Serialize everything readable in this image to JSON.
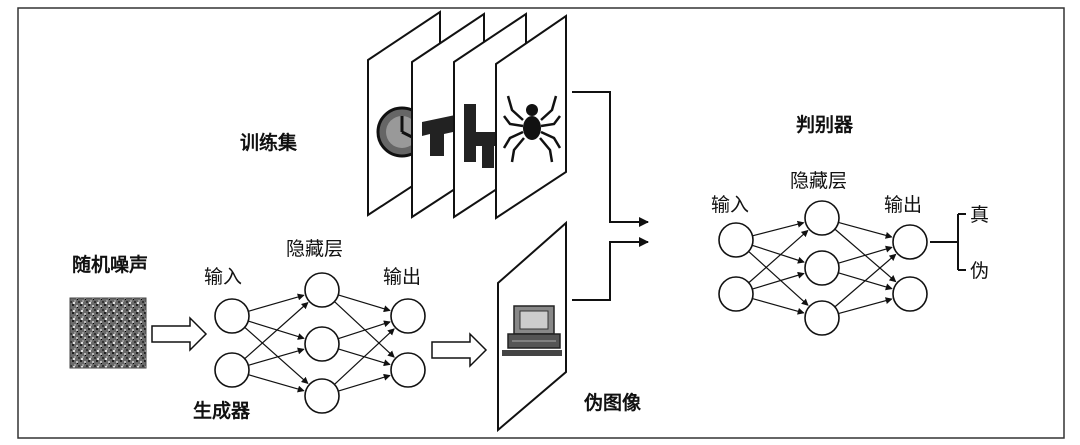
{
  "labels": {
    "training_set": "训练集",
    "random_noise": "随机噪声",
    "fake_image": "伪图像",
    "discriminator": "判别器",
    "generator": "生成器",
    "gen_input": "输入",
    "gen_hidden": "隐藏层",
    "gen_output": "输出",
    "disc_input": "输入",
    "disc_hidden": "隐藏层",
    "disc_output": "输出",
    "real": "真",
    "fake": "伪"
  },
  "training_cards": [
    "clock-icon",
    "pistol-icon",
    "hammer-icon",
    "spider-icon"
  ],
  "colors": {
    "ink": "#111111",
    "background": "#ffffff"
  }
}
